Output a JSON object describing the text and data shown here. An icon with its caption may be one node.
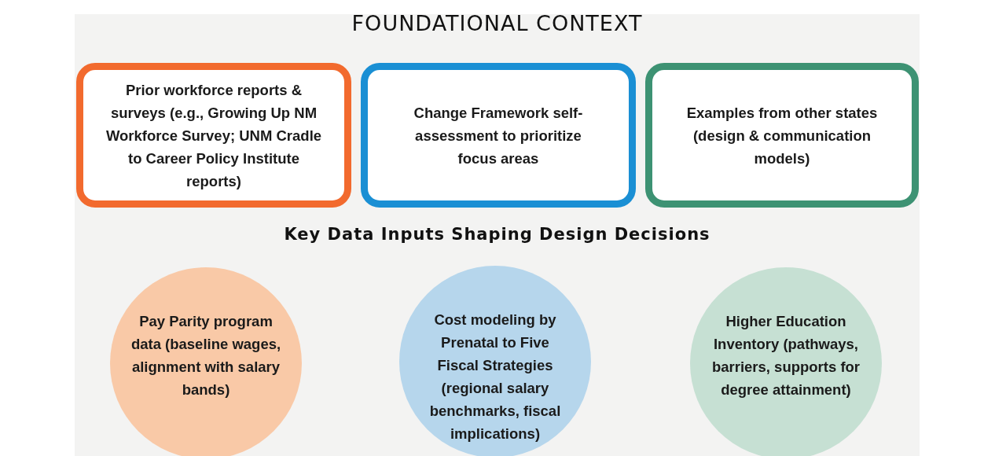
{
  "diagram": {
    "title": "FOUNDATIONAL CONTEXT",
    "nodes": [
      {
        "text": [
          "Prior workforce reports & surveys (e.g., Growing Up NM Workforce Survey; UNM Cradle to Career Policy Institute reports)"
        ]
      },
      {
        "text": [
          "Change Framework self-assessment to prioritize focus areas"
        ]
      },
      {
        "text": [
          "Examples from other states (design & communication models)"
        ]
      },
      {
        "text": [
          "Pay Parity program data (baseline wages, alignment with salary bands)"
        ]
      },
      {
        "text": [
          "Cost modeling by Prenatal to Five Fiscal Strategies (regional salary benchmarks, fiscal implications)"
        ]
      },
      {
        "text": [
          "Higher Education Inventory (pathways, barriers, supports for degree attainment)"
        ]
      }
    ],
    "labels": [
      "Key Data Inputs Shaping Design Decisions"
    ]
  }
}
